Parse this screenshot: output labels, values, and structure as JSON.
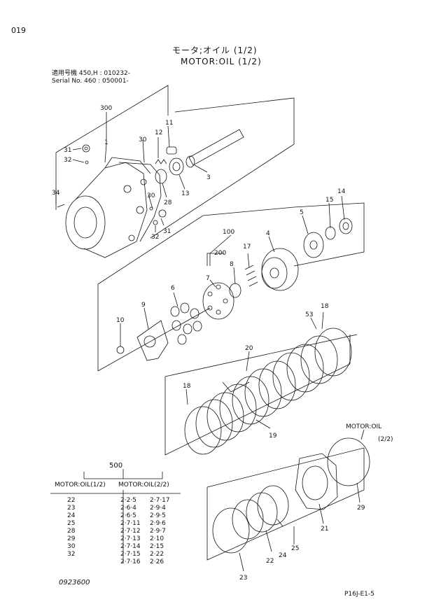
{
  "page_number": "019",
  "title_jp": "モータ;オイル (1/2)",
  "title_en": "MOTOR:OIL (1/2)",
  "serial": [
    "適用号機 450,H : 010232-",
    "Serial No.   460 : 050001-"
  ],
  "callouts": {
    "c300": "300",
    "c1": "1",
    "c30a": "30",
    "c12": "12",
    "c11": "11",
    "c31a": "31",
    "c32a": "32",
    "c34": "34",
    "c28": "28",
    "c13": "13",
    "c3": "3",
    "c30b": "30",
    "c31b": "31",
    "c32b": "32",
    "c100": "100",
    "c5": "5",
    "c15": "15",
    "c14": "14",
    "c4": "4",
    "c200": "200",
    "c17": "17",
    "c8": "8",
    "c7": "7",
    "c6": "6",
    "c9": "9",
    "c10": "10",
    "c18a": "18",
    "c53": "53",
    "c20": "20",
    "c18b": "18",
    "c19": "19",
    "motor_oil": "MOTOR:OIL",
    "motor_oil_page": "(2/2)",
    "c29": "29",
    "c21": "21",
    "c25": "25",
    "c24": "24",
    "c22": "22",
    "c23": "23"
  },
  "ref_table": {
    "total": "500",
    "head_left": "MOTOR:OIL(1/2)",
    "head_right": "MOTOR:OIL(2/2)",
    "rows": [
      {
        "left": "22",
        "mid": "2·2·5",
        "right": "2·7·17"
      },
      {
        "left": "23",
        "mid": "2·6·4",
        "right": "2·9·4"
      },
      {
        "left": "24",
        "mid": "2·6·5",
        "right": "2·9·5"
      },
      {
        "left": "25",
        "mid": "2·7·11",
        "right": "2·9·6"
      },
      {
        "left": "28",
        "mid": "2·7·12",
        "right": "2·9·7"
      },
      {
        "left": "29",
        "mid": "2·7·13",
        "right": "2·10"
      },
      {
        "left": "30",
        "mid": "2·7·14",
        "right": "2·15"
      },
      {
        "left": "32",
        "mid": "2·7·15",
        "right": "2·22"
      },
      {
        "left": "",
        "mid": "2·7·16",
        "right": "2·26"
      }
    ]
  },
  "footer_code": "0923600",
  "footer_ref": "P16J-E1-5"
}
